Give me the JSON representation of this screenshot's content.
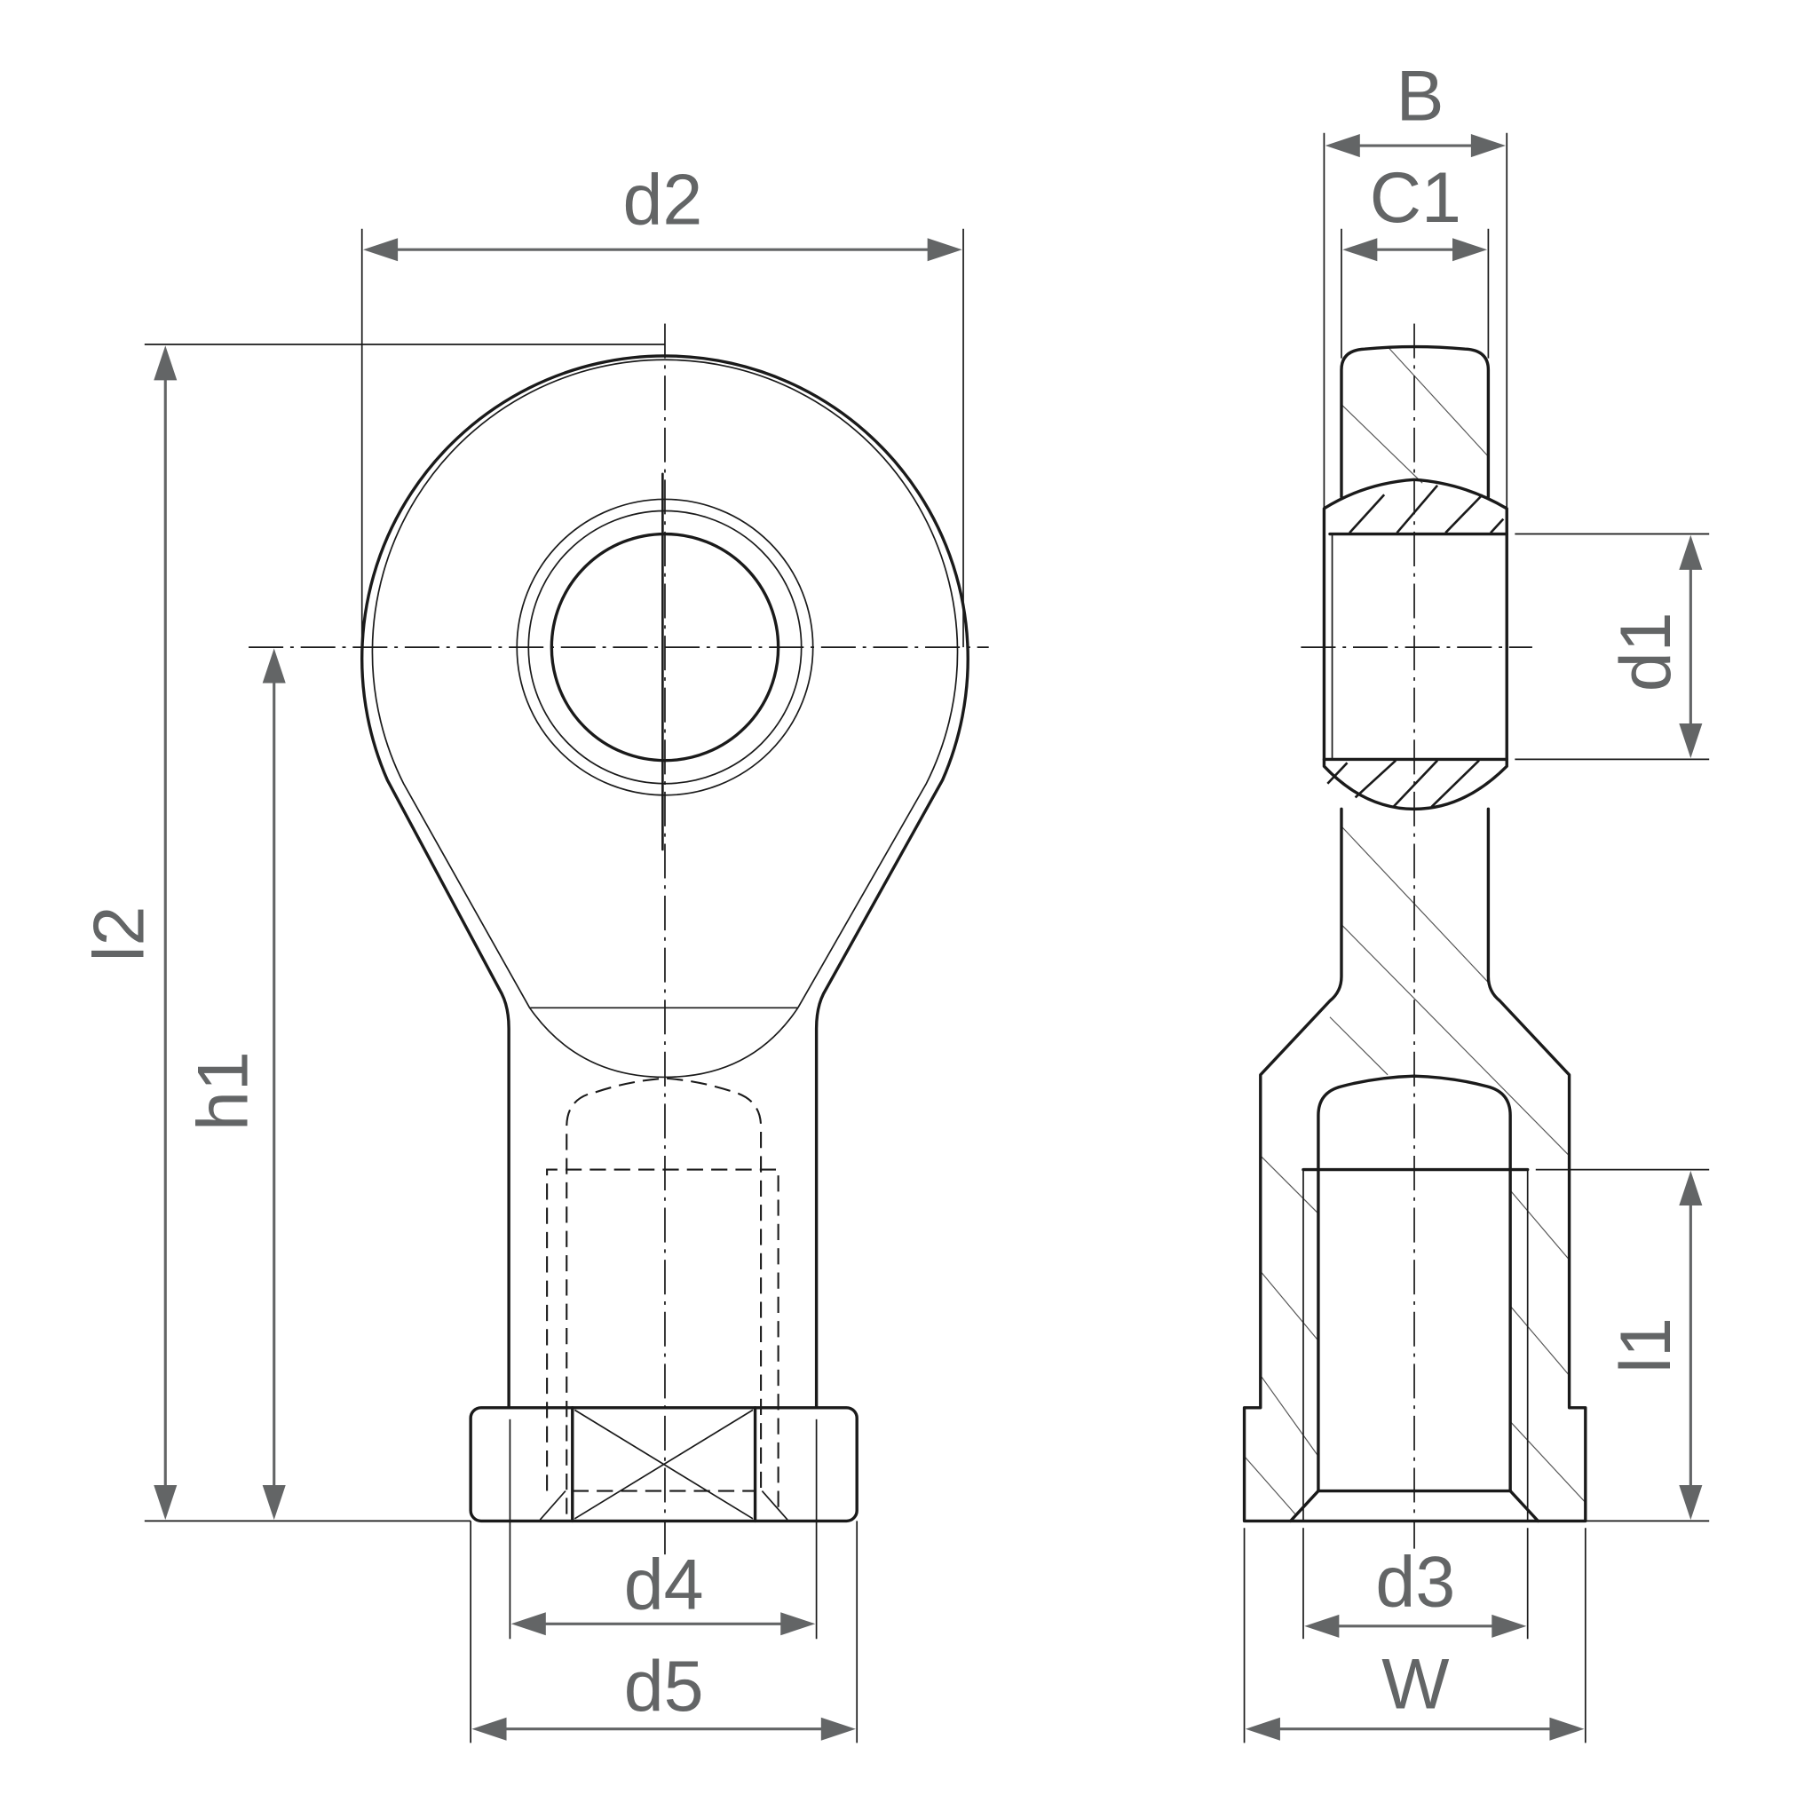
{
  "drawing": {
    "title": "Rod end with female thread — front view and sectional side view",
    "line_color": "#1a1a1a",
    "dimension_color": "#636566",
    "front_view": {
      "dimensions": {
        "d2": "d2",
        "l2": "l2",
        "h1": "h1",
        "d4": "d4",
        "d5": "d5"
      }
    },
    "side_view": {
      "dimensions": {
        "B": "B",
        "C1": "C1",
        "d1": "d1",
        "l1": "l1",
        "d3": "d3",
        "W": "W"
      }
    }
  }
}
